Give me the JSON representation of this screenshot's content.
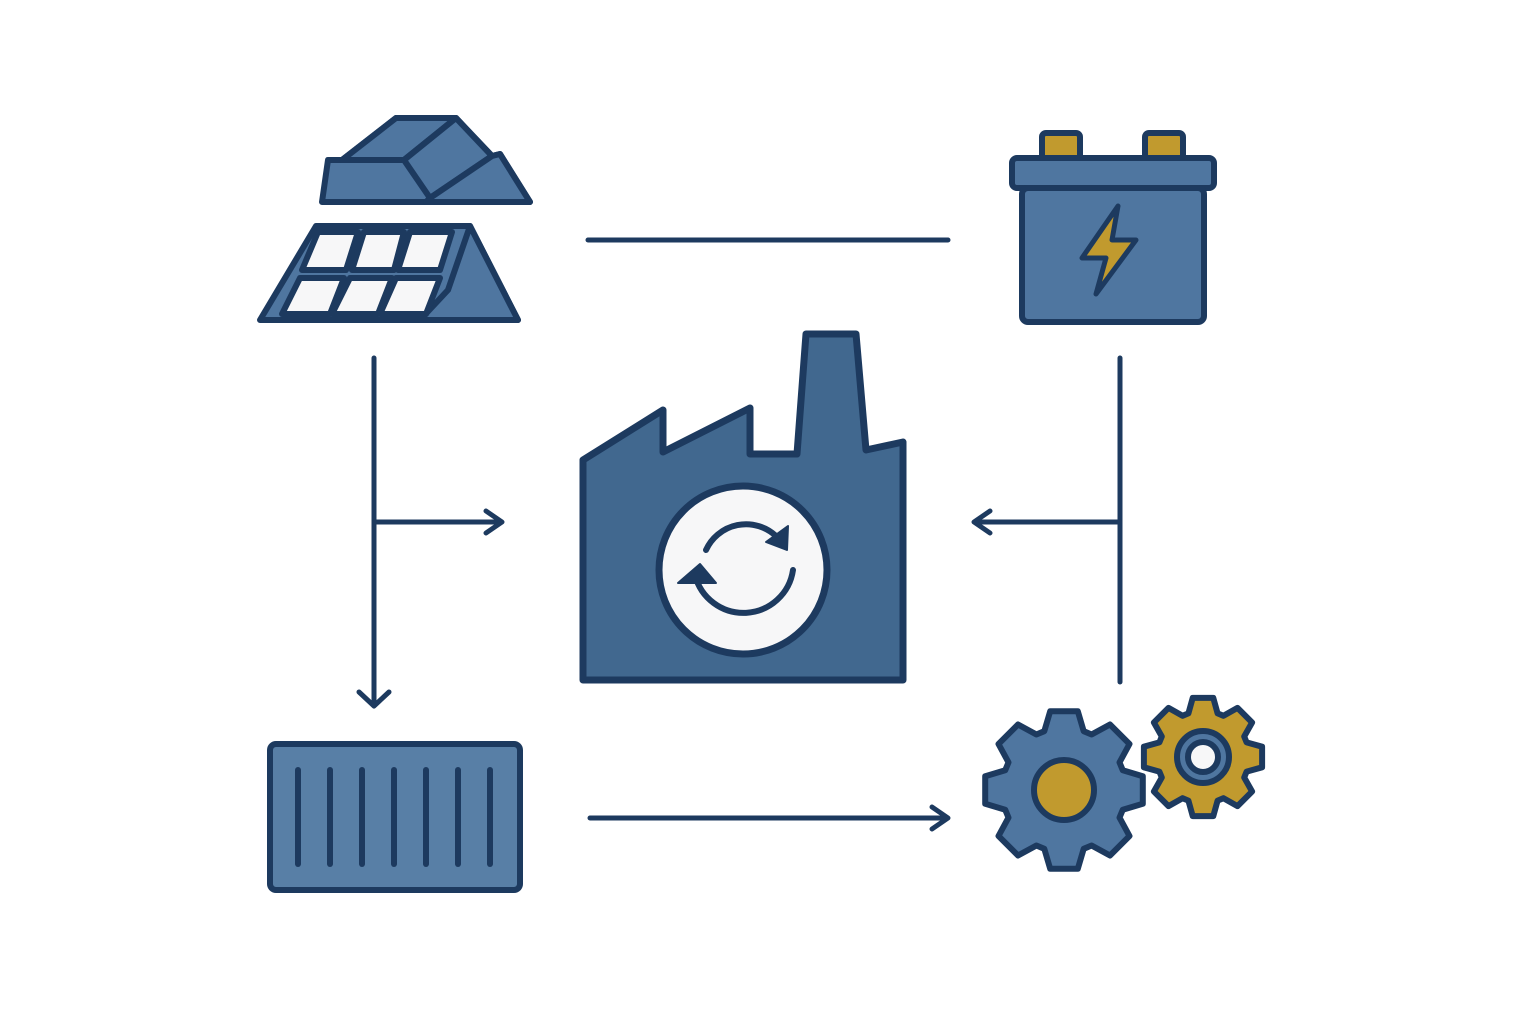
{
  "colors": {
    "navy": "#1d3a5f",
    "steel": "#4f76a0",
    "factory": "#41688f",
    "container": "#587fa6",
    "gold": "#c19a2e",
    "white": "#f7f7f8",
    "background": "#ffffff"
  },
  "nodes": [
    {
      "id": "raw-materials",
      "icon": "metal-ingots-and-solar-panel-icon"
    },
    {
      "id": "battery",
      "icon": "battery-icon"
    },
    {
      "id": "recycling-factory",
      "icon": "factory-recycle-icon"
    },
    {
      "id": "shipping-container",
      "icon": "shipping-container-icon"
    },
    {
      "id": "machinery",
      "icon": "gears-icon"
    }
  ],
  "connectors": [
    {
      "from": "raw-materials",
      "to": "battery",
      "arrow": false
    },
    {
      "from": "raw-materials",
      "to": "recycling-factory",
      "arrow": true
    },
    {
      "from": "raw-materials",
      "to": "shipping-container",
      "arrow": true
    },
    {
      "from": "battery",
      "to": "recycling-factory",
      "arrow": true
    },
    {
      "from": "battery",
      "to": "machinery",
      "arrow": false
    },
    {
      "from": "shipping-container",
      "to": "machinery",
      "arrow": true
    }
  ]
}
